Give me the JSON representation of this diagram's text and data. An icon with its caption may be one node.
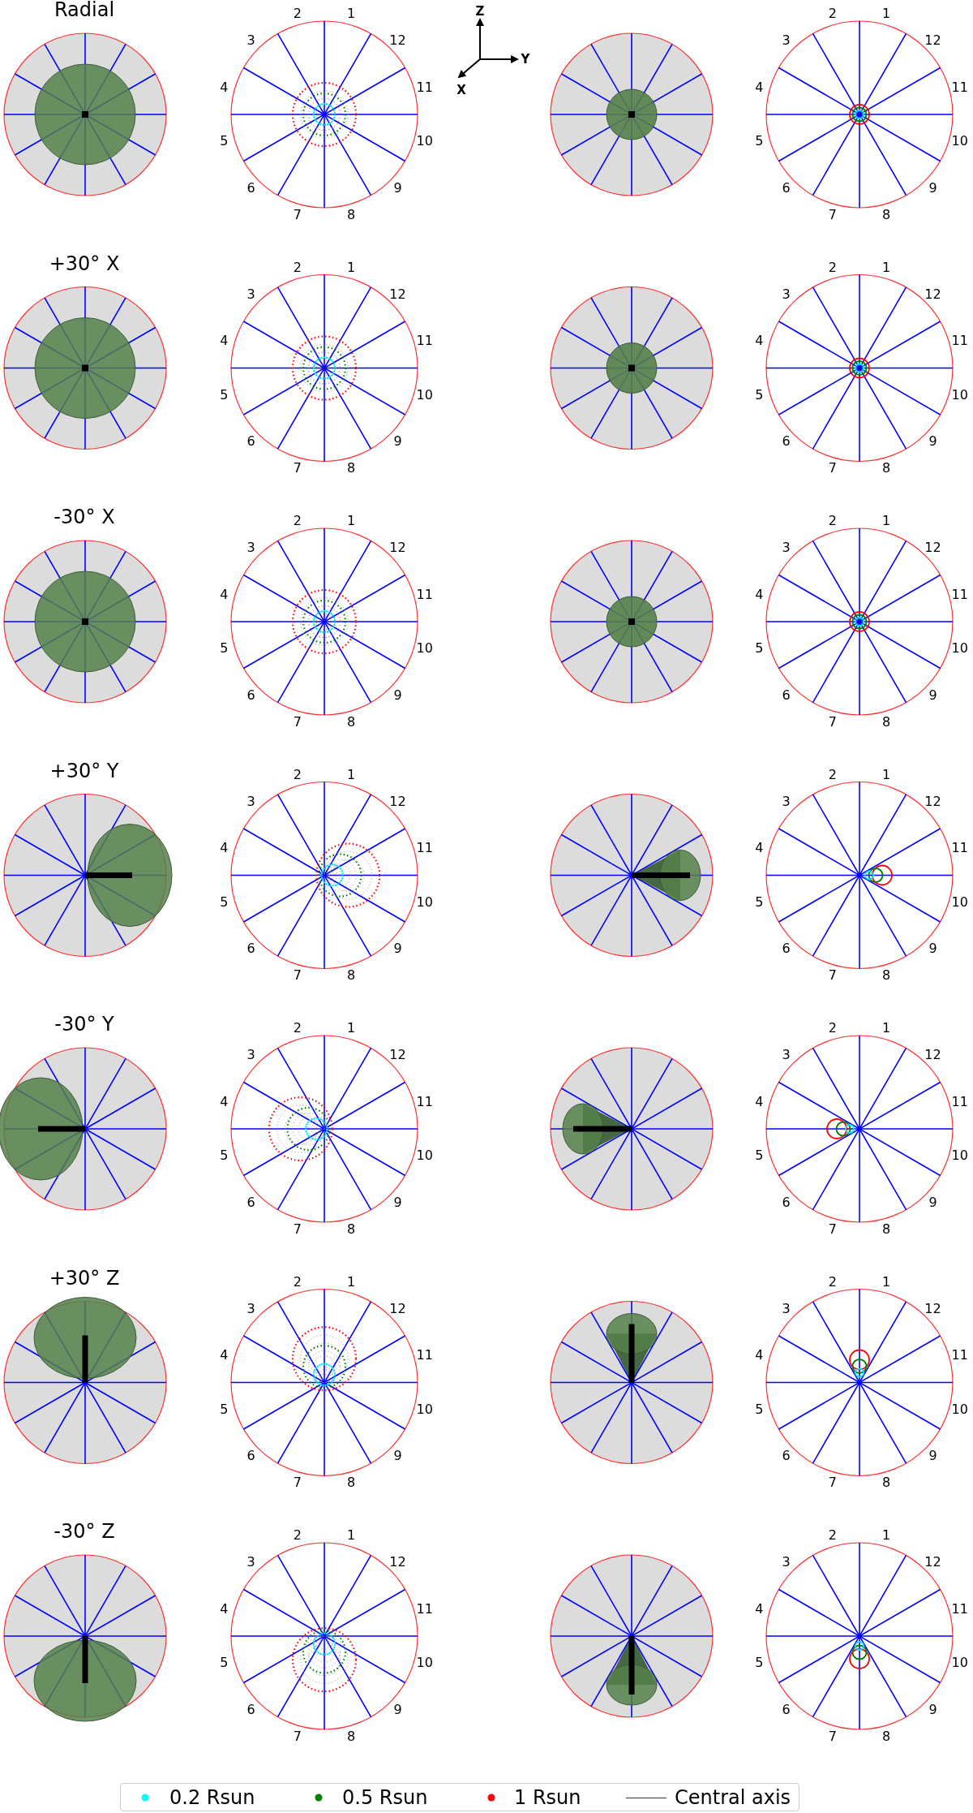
{
  "diagram": {
    "labels": [
      "Radial",
      "1",
      "2",
      "3",
      "4",
      "5",
      "6",
      "7",
      "8",
      "9",
      "10",
      "11",
      "12",
      "Z",
      "Y",
      "X",
      "1",
      "2",
      "3",
      "4",
      "5",
      "6",
      "7",
      "8",
      "9",
      "10",
      "11",
      "12",
      "+30° X",
      "1",
      "2",
      "3",
      "4",
      "5",
      "6",
      "7",
      "8",
      "9",
      "10",
      "11",
      "12",
      "1",
      "2",
      "3",
      "4",
      "5",
      "6",
      "7",
      "8",
      "9",
      "10",
      "11",
      "12",
      "-30° X",
      "1",
      "2",
      "3",
      "4",
      "5",
      "6",
      "7",
      "8",
      "9",
      "10",
      "11",
      "12",
      "1",
      "2",
      "3",
      "4",
      "5",
      "6",
      "7",
      "8",
      "9",
      "10",
      "11",
      "12",
      "+30° Y",
      "1",
      "2",
      "3",
      "4",
      "5",
      "6",
      "7",
      "8",
      "9",
      "10",
      "11",
      "12",
      "1",
      "2",
      "3",
      "4",
      "5",
      "6",
      "7",
      "8",
      "9",
      "10",
      "11",
      "12",
      "-30° Y",
      "1",
      "2",
      "3",
      "4",
      "5",
      "6",
      "7",
      "8",
      "9",
      "10",
      "11",
      "12",
      "1",
      "2",
      "3",
      "4",
      "5",
      "6",
      "7",
      "8",
      "9",
      "10",
      "11",
      "12",
      "+30° Z",
      "1",
      "2",
      "3",
      "4",
      "5",
      "6",
      "7",
      "8",
      "9",
      "10",
      "11",
      "12",
      "1",
      "2",
      "3",
      "4",
      "5",
      "6",
      "7",
      "8",
      "9",
      "10",
      "11",
      "12",
      "-30° Z",
      "1",
      "2",
      "3",
      "4",
      "5",
      "6",
      "7",
      "8",
      "9",
      "10",
      "11",
      "12",
      "1",
      "2",
      "3",
      "4",
      "5",
      "6",
      "7",
      "8",
      "9",
      "10",
      "11",
      "12"
    ],
    "legend": [
      {
        "text": "0.2 Rsun",
        "color": "#00ffff"
      },
      {
        "text": "0.5 Rsun",
        "color": "#008000"
      },
      {
        "text": "1 Rsun",
        "color": "#ff0000"
      },
      {
        "text": "Central axis"
      }
    ]
  }
}
